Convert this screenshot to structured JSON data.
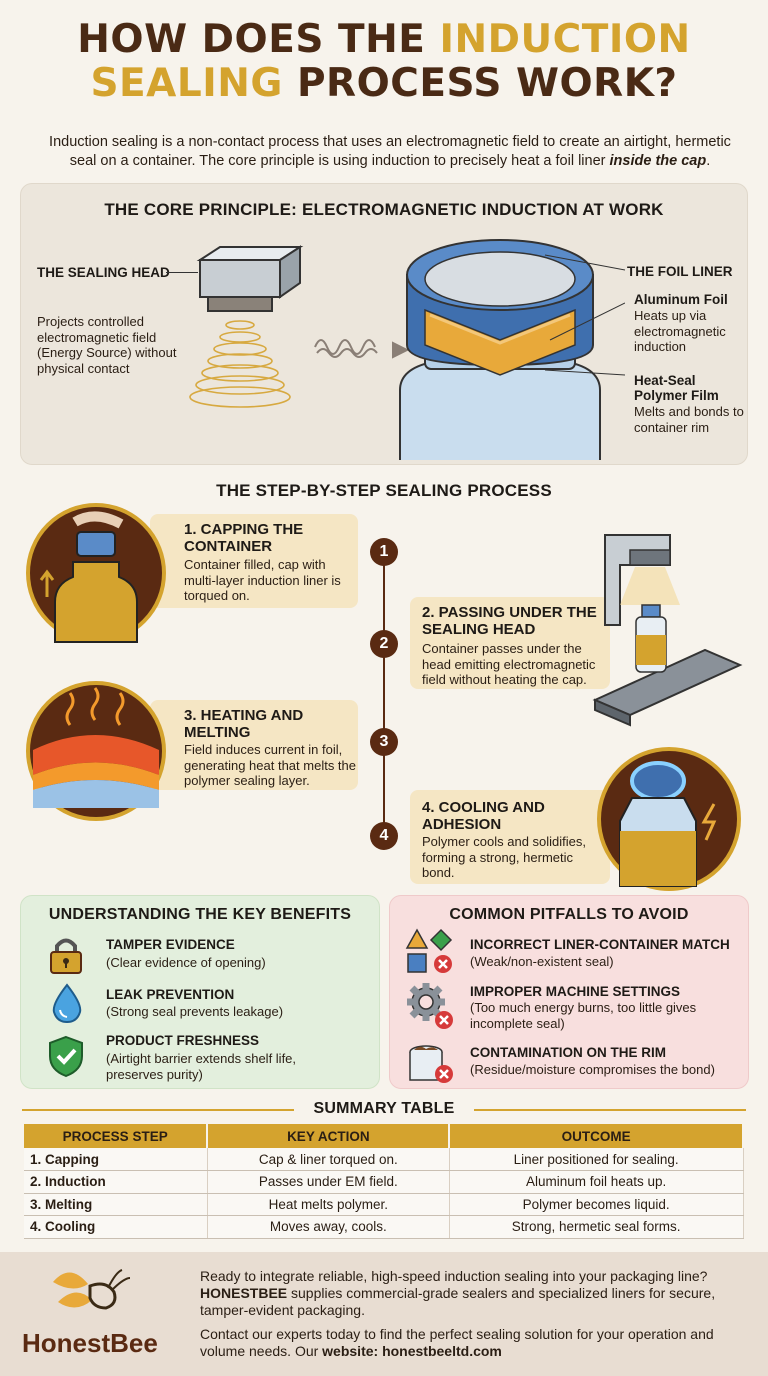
{
  "title": {
    "line1_a": "HOW DOES THE ",
    "line1_b": "INDUCTION",
    "line2_a": "SEALING",
    "line2_b": " PROCESS WORK?"
  },
  "intro": {
    "text": "Induction sealing is a non-contact process that uses an electromagnetic field to create an airtight, hermetic seal on a container. The core principle is using induction to precisely heat a foil liner ",
    "emph": "inside the cap",
    "end": "."
  },
  "core": {
    "heading": "THE CORE PRINCIPLE: ELECTROMAGNETIC INDUCTION AT WORK",
    "head_label": "THE SEALING HEAD",
    "head_desc": "Projects controlled electromagnetic field (Energy Source) without physical contact",
    "liner_label": "THE FOIL LINER",
    "foil_label": "Aluminum Foil",
    "foil_desc": "Heats up via electromagnetic induction",
    "film_label": "Heat-Seal Polymer Film",
    "film_desc": "Melts and bonds to container rim"
  },
  "steps": {
    "heading": "THE STEP-BY-STEP SEALING PROCESS",
    "items": [
      {
        "num": "1",
        "title": "1. CAPPING THE CONTAINER",
        "desc": "Container filled, cap with multi-layer induction liner is torqued on."
      },
      {
        "num": "2",
        "title": "2. PASSING UNDER THE SEALING HEAD",
        "desc": "Container passes under the head emitting electromagnetic field without heating the cap."
      },
      {
        "num": "3",
        "title": "3. HEATING AND MELTING",
        "desc": "Field induces current in foil, generating heat that melts the polymer sealing layer."
      },
      {
        "num": "4",
        "title": "4. COOLING AND ADHESION",
        "desc": "Polymer cools and solidifies, forming a strong, hermetic bond."
      }
    ]
  },
  "benefits": {
    "heading": "UNDERSTANDING THE KEY BENEFITS",
    "items": [
      {
        "title": "TAMPER EVIDENCE",
        "desc": "(Clear evidence of opening)",
        "icon": "padlock-icon"
      },
      {
        "title": "LEAK PREVENTION",
        "desc": "(Strong seal prevents leakage)",
        "icon": "water-drop-icon"
      },
      {
        "title": "PRODUCT FRESHNESS",
        "desc": "(Airtight barrier extends shelf life, preserves purity)",
        "icon": "shield-check-icon"
      }
    ]
  },
  "pitfalls": {
    "heading": "COMMON PITFALLS TO AVOID",
    "items": [
      {
        "title": "INCORRECT LINER-CONTAINER MATCH",
        "desc": "(Weak/non-existent seal)",
        "icon": "shapes-icon"
      },
      {
        "title": "IMPROPER MACHINE SETTINGS",
        "desc": "(Too much energy burns, too little gives incomplete seal)",
        "icon": "gear-icon"
      },
      {
        "title": "CONTAMINATION ON THE RIM",
        "desc": "(Residue/moisture compromises the bond)",
        "icon": "dirty-rim-icon"
      }
    ]
  },
  "summary": {
    "heading": "SUMMARY TABLE",
    "columns": [
      "PROCESS STEP",
      "KEY ACTION",
      "OUTCOME"
    ],
    "rows": [
      [
        "1. Capping",
        "Cap & liner torqued on.",
        "Liner positioned for sealing."
      ],
      [
        "2. Induction",
        "Passes under EM field.",
        "Aluminum foil heats up."
      ],
      [
        "3. Melting",
        "Heat melts polymer.",
        "Polymer becomes liquid."
      ],
      [
        "4. Cooling",
        "Moves away, cools.",
        "Strong, hermetic seal forms."
      ]
    ]
  },
  "footer": {
    "brand": "HonestBee",
    "p1_a": "Ready to integrate reliable, high-speed induction sealing into your packaging line? ",
    "p1_b": "HONESTBEE",
    "p1_c": " supplies commercial-grade sealers and specialized liners for secure, tamper-evident packaging.",
    "p2_a": "Contact our experts today to find the perfect sealing solution for your operation and volume needs. Our ",
    "p2_b": "website: honestbeeltd.com"
  },
  "colors": {
    "brown": "#4a2a15",
    "gold": "#d4a32e",
    "step_bg": "#f5e6c4",
    "benefit_bg": "#e3efdd",
    "pitfall_bg": "#f8dfde",
    "footer_bg": "#e8ddd2"
  }
}
